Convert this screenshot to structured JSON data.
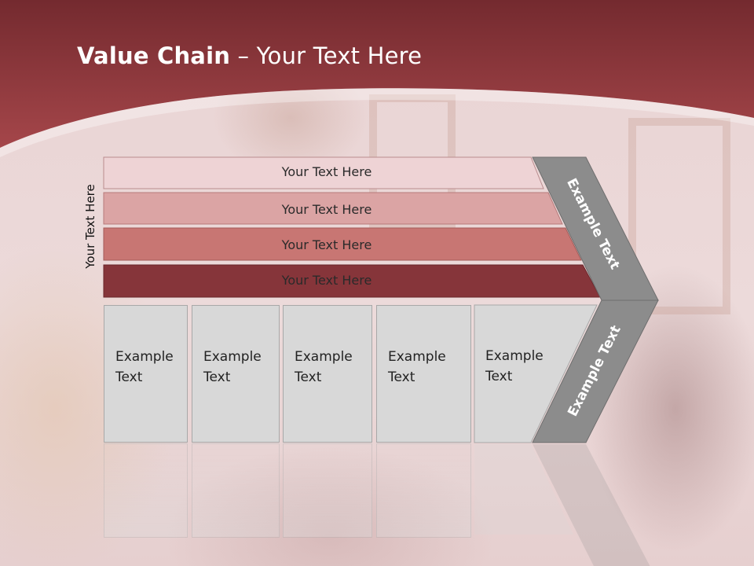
{
  "slide": {
    "title_bold": "Value Chain",
    "title_rest": " – Your Text Here",
    "side_label": "Your Text Here",
    "bars": [
      "Your Text Here",
      "Your Text Here",
      "Your Text Here",
      "Your Text Here"
    ],
    "boxes": [
      {
        "line1": "Example",
        "line2": "Text"
      },
      {
        "line1": "Example",
        "line2": "Text"
      },
      {
        "line1": "Example",
        "line2": "Text"
      },
      {
        "line1": "Example",
        "line2": "Text"
      },
      {
        "line1": "Example",
        "line2": "Text"
      }
    ],
    "arrow_top": "Example Text",
    "arrow_bottom": "Example Text"
  },
  "colors": {
    "header": "#9a3b3f",
    "bar1": "#eed3d5",
    "bar2": "#dba4a4",
    "bar3": "#c87673",
    "bar4": "#86353a",
    "arrow": "#8c8c8c"
  }
}
